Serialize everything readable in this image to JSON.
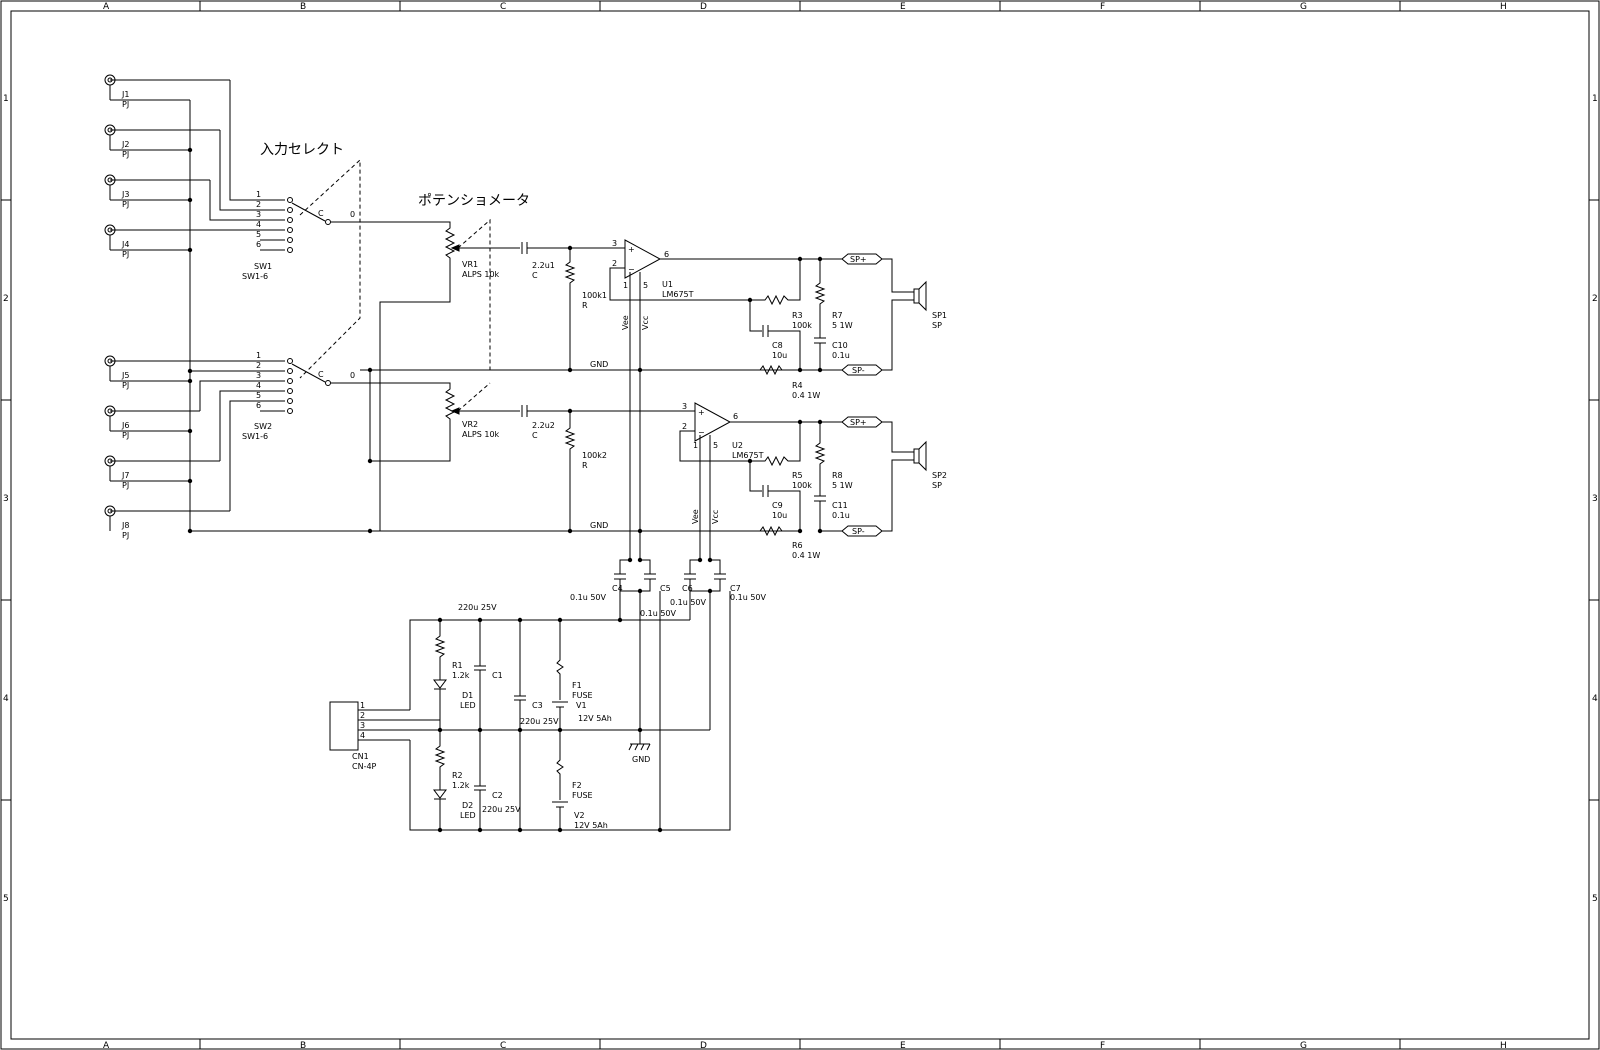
{
  "frame": {
    "cols": [
      "A",
      "B",
      "C",
      "D",
      "E",
      "F",
      "G",
      "H"
    ],
    "rows": [
      "1",
      "2",
      "3",
      "4",
      "5"
    ]
  },
  "titles": {
    "input_select": "入力セレクト",
    "potentiometer": "ポテンショメータ"
  },
  "jacks": [
    {
      "ref": "J1",
      "value": "PJ"
    },
    {
      "ref": "J2",
      "value": "PJ"
    },
    {
      "ref": "J3",
      "value": "PJ"
    },
    {
      "ref": "J4",
      "value": "PJ"
    },
    {
      "ref": "J5",
      "value": "PJ"
    },
    {
      "ref": "J6",
      "value": "PJ"
    },
    {
      "ref": "J7",
      "value": "PJ"
    },
    {
      "ref": "J8",
      "value": "PJ"
    }
  ],
  "switches": [
    {
      "ref": "SW1",
      "value": "SW1-6",
      "common": "C",
      "zero": "0",
      "pins": [
        "1",
        "2",
        "3",
        "4",
        "5",
        "6"
      ]
    },
    {
      "ref": "SW2",
      "value": "SW1-6",
      "common": "C",
      "zero": "0",
      "pins": [
        "1",
        "2",
        "3",
        "4",
        "5",
        "6"
      ]
    }
  ],
  "pots": [
    {
      "ref": "VR1",
      "value": "ALPS 10k"
    },
    {
      "ref": "VR2",
      "value": "ALPS 10k"
    }
  ],
  "input_caps": [
    {
      "ref": "2.2u1",
      "value": "C"
    },
    {
      "ref": "2.2u2",
      "value": "C"
    }
  ],
  "input_res": [
    {
      "ref": "100k1",
      "value": "R"
    },
    {
      "ref": "100k2",
      "value": "R"
    }
  ],
  "opamps": [
    {
      "ref": "U1",
      "value": "LM675T",
      "pin_plus": "3",
      "pin_minus": "2",
      "pin_out": "6",
      "pin_1": "1",
      "pin_5": "5",
      "vee": "Vee",
      "vcc": "Vcc"
    },
    {
      "ref": "U2",
      "value": "LM675T",
      "pin_plus": "3",
      "pin_minus": "2",
      "pin_out": "6",
      "pin_1": "1",
      "pin_5": "5",
      "vee": "Vee",
      "vcc": "Vcc"
    }
  ],
  "amp_parts": {
    "R3": {
      "ref": "R3",
      "value": "100k"
    },
    "R5": {
      "ref": "R5",
      "value": "100k"
    },
    "C8": {
      "ref": "C8",
      "value": "10u"
    },
    "C9": {
      "ref": "C9",
      "value": "10u"
    },
    "R4": {
      "ref": "R4",
      "value": "0.4 1W"
    },
    "R6": {
      "ref": "R6",
      "value": "0.4 1W"
    },
    "R7": {
      "ref": "R7",
      "value": "5 1W"
    },
    "R8": {
      "ref": "R8",
      "value": "5 1W"
    },
    "C10": {
      "ref": "C10",
      "value": "0.1u"
    },
    "C11": {
      "ref": "C11",
      "value": "0.1u"
    }
  },
  "speakers": [
    {
      "ref": "SP1",
      "value": "SP",
      "plus": "SP+",
      "minus": "SP-"
    },
    {
      "ref": "SP2",
      "value": "SP",
      "plus": "SP+",
      "minus": "SP-"
    }
  ],
  "gnd_label": "GND",
  "decoupling": {
    "C4": {
      "ref": "C4",
      "value": "0.1u 50V"
    },
    "C5": {
      "ref": "C5",
      "value": "0.1u 50V"
    },
    "C6": {
      "ref": "C6",
      "value": "0.1u 50V"
    },
    "C7": {
      "ref": "C7",
      "value": "0.1u 50V"
    }
  },
  "power": {
    "cn1": {
      "ref": "CN1",
      "value": "CN-4P",
      "pins": [
        "1",
        "2",
        "3",
        "4"
      ]
    },
    "R1": {
      "ref": "R1",
      "value": "1.2k"
    },
    "R2": {
      "ref": "R2",
      "value": "1.2k"
    },
    "D1": {
      "ref": "D1",
      "value": "LED"
    },
    "D2": {
      "ref": "D2",
      "value": "LED"
    },
    "C1": {
      "ref": "C1",
      "value": "220u 25V"
    },
    "C2": {
      "ref": "C2",
      "value": "220u 25V"
    },
    "C3": {
      "ref": "C3",
      "value": "220u 25V"
    },
    "F1": {
      "ref": "F1",
      "value": "FUSE"
    },
    "F2": {
      "ref": "F2",
      "value": "FUSE"
    },
    "V1": {
      "ref": "V1",
      "value": "12V 5Ah"
    },
    "V2": {
      "ref": "V2",
      "value": "12V 5Ah"
    },
    "gnd": "GND"
  }
}
